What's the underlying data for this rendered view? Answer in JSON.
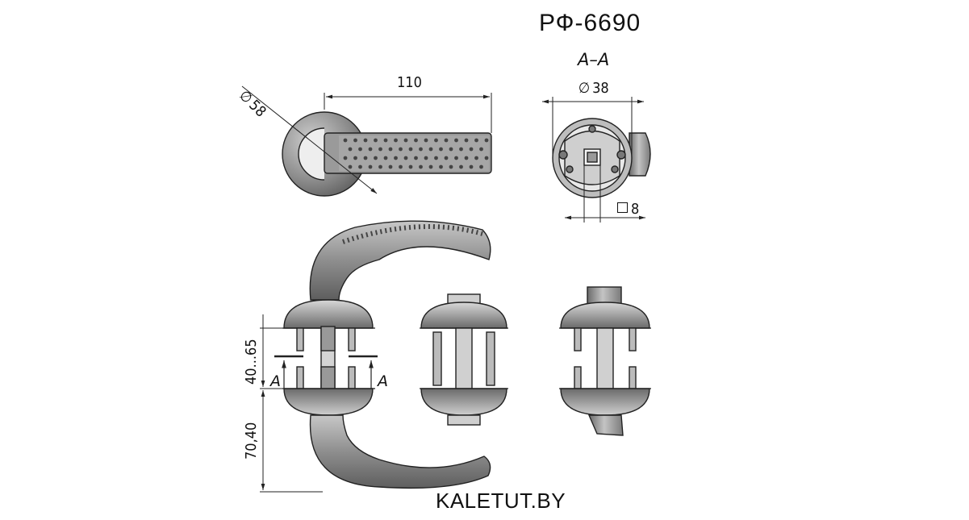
{
  "model": "РФ-6690",
  "section_label": "A–A",
  "dims": {
    "length": "110",
    "rosette_diameter": "58",
    "section_diameter": "38",
    "spindle_square": "8",
    "door_thickness": "40...65",
    "handle_height": "70,40"
  },
  "symbols": {
    "diameter": "∅"
  },
  "section_marks": [
    "A",
    "A"
  ],
  "brand": "KALETUT.BY",
  "colors": {
    "line": "#222222",
    "body_fill": "#9a9a9a",
    "body_dark": "#6b6b6b",
    "light": "#d9d9d9"
  }
}
